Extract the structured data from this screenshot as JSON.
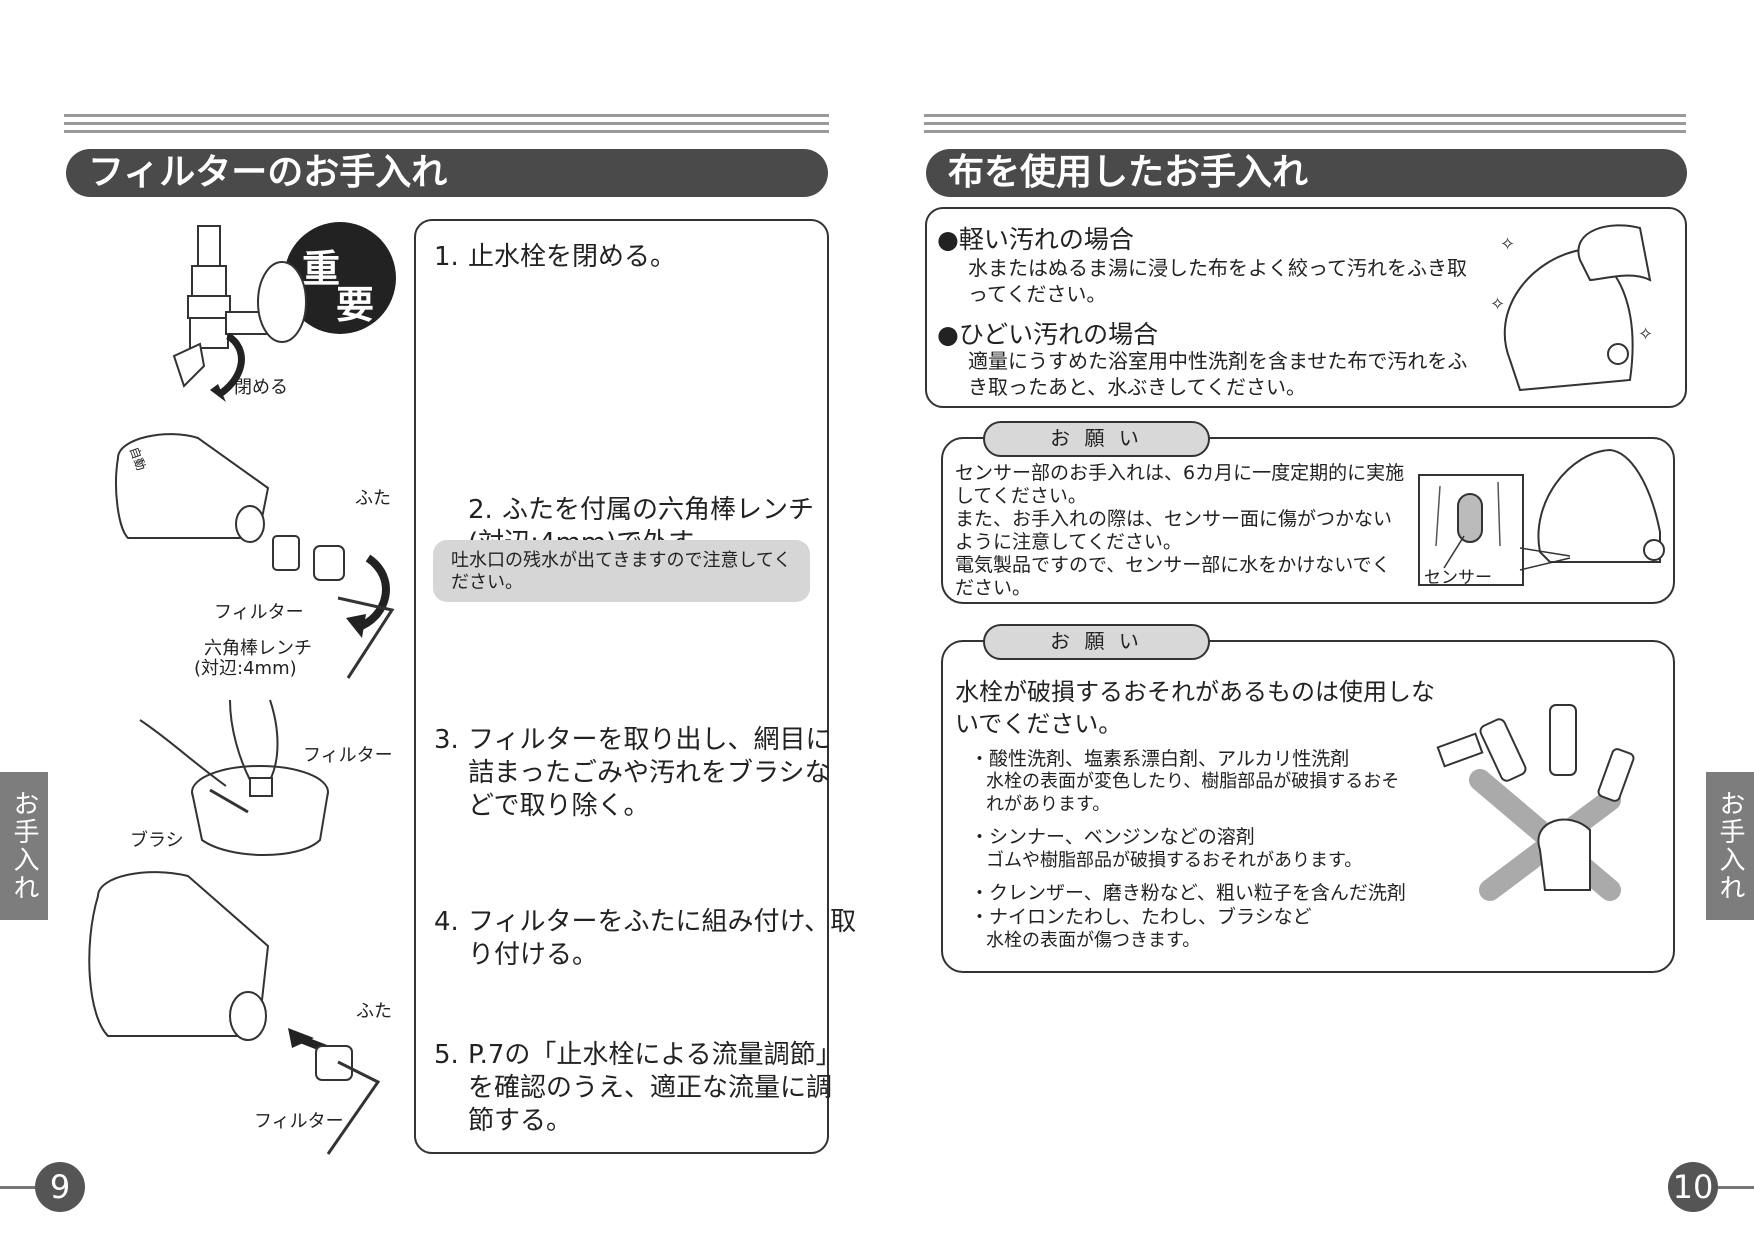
{
  "left": {
    "heading": "フィルターのお手入れ",
    "important_badge": [
      "重",
      "要"
    ],
    "fig_labels": {
      "close": "閉める",
      "lid1": "ふた",
      "filter1": "フィルター",
      "wrench": "六角棒レンチ",
      "wrench_size": "(対辺:4mm)",
      "filter2": "フィルター",
      "brush": "ブラシ",
      "lid2": "ふた",
      "filter3": "フィルター",
      "faucet_mark": "自動"
    },
    "steps": [
      {
        "num": "1.",
        "text": "止水栓を閉める。"
      },
      {
        "num": "2.",
        "text": "ふたを付属の六角棒レンチ\n(対辺:4mm)で外す。"
      },
      {
        "num": "3.",
        "text": "フィルターを取り出し、網目に詰まったごみや汚れをブラシなどで取り除く。"
      },
      {
        "num": "4.",
        "text": "フィルターをふたに組み付け、取り付ける。"
      },
      {
        "num": "5.",
        "text": "P.7の「止水栓による流量調節」を確認のうえ、適正な流量に調節する。"
      }
    ],
    "step2_note": "吐水口の残水が出てきますので注意してください。",
    "side_tab": "お手入れ",
    "page_number": "9"
  },
  "right": {
    "heading": "布を使用したお手入れ",
    "light_title": "●軽い汚れの場合",
    "light_text": "水またはぬるま湯に浸した布をよく絞って汚れをふき取ってください。",
    "heavy_title": "●ひどい汚れの場合",
    "heavy_text": "適量にうすめた浴室用中性洗剤を含ませた布で汚れをふき取ったあと、水ぶきしてください。",
    "request1_label": "お 願 い",
    "request1_text": "センサー部のお手入れは、6カ月に一度定期的に実施してください。\nまた、お手入れの際は、センサー面に傷がつかないように注意してください。\n電気製品ですので、センサー部に水をかけないでください。",
    "sensor_label": "センサー",
    "request2_label": "お 願 い",
    "request2_lead": "水栓が破損するおそれがあるものは使用しないでください。",
    "items": [
      {
        "title": "・酸性洗剤、塩素系漂白剤、アルカリ性洗剤",
        "desc": "水栓の表面が変色したり、樹脂部品が破損するおそれがあります。"
      },
      {
        "title": "・シンナー、ベンジンなどの溶剤",
        "desc": "ゴムや樹脂部品が破損するおそれがあります。"
      },
      {
        "title": "・クレンザー、磨き粉など、粗い粒子を含んだ洗剤",
        "desc": ""
      },
      {
        "title": "・ナイロンたわし、たわし、ブラシなど",
        "desc": "水栓の表面が傷つきます。"
      }
    ],
    "side_tab": "お手入れ",
    "page_number": "10"
  }
}
